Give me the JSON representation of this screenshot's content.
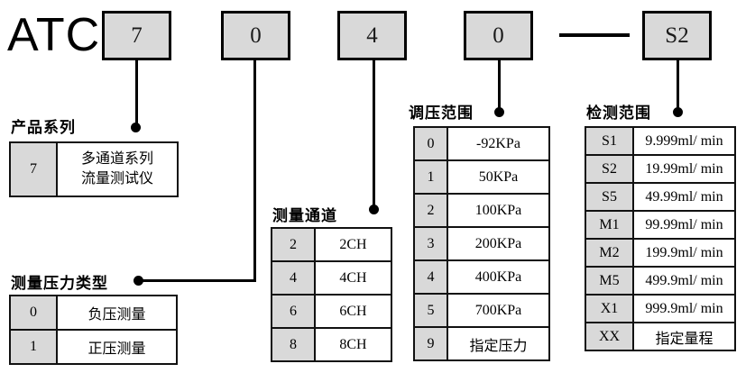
{
  "colors": {
    "box_fill": "#d9d9d9",
    "line": "#000000",
    "background": "#ffffff"
  },
  "model_code": {
    "prefix": "ATC",
    "boxes": [
      "7",
      "0",
      "4",
      "0",
      "S2"
    ]
  },
  "tables": {
    "product_series": {
      "title": "产品系列",
      "rows": [
        {
          "key": "7",
          "value": "多通道系列\n流量测试仪"
        }
      ]
    },
    "pressure_type": {
      "title": "测量压力类型",
      "rows": [
        {
          "key": "0",
          "value": "负压测量"
        },
        {
          "key": "1",
          "value": "正压测量"
        }
      ]
    },
    "channels": {
      "title": "测量通道",
      "rows": [
        {
          "key": "2",
          "value": "2CH"
        },
        {
          "key": "4",
          "value": "4CH"
        },
        {
          "key": "6",
          "value": "6CH"
        },
        {
          "key": "8",
          "value": "8CH"
        }
      ]
    },
    "pressure_range": {
      "title": "调压范围",
      "rows": [
        {
          "key": "0",
          "value": "-92KPa"
        },
        {
          "key": "1",
          "value": "50KPa"
        },
        {
          "key": "2",
          "value": "100KPa"
        },
        {
          "key": "3",
          "value": "200KPa"
        },
        {
          "key": "4",
          "value": "400KPa"
        },
        {
          "key": "5",
          "value": "700KPa"
        },
        {
          "key": "9",
          "value": "指定压力"
        }
      ]
    },
    "detection_range": {
      "title": "检测范围",
      "rows": [
        {
          "key": "S1",
          "value": "9.999ml/ min"
        },
        {
          "key": "S2",
          "value": "19.99ml/ min"
        },
        {
          "key": "S5",
          "value": "49.99ml/ min"
        },
        {
          "key": "M1",
          "value": "99.99ml/ min"
        },
        {
          "key": "M2",
          "value": "199.9ml/ min"
        },
        {
          "key": "M5",
          "value": "499.9ml/ min"
        },
        {
          "key": "X1",
          "value": "999.9ml/ min"
        },
        {
          "key": "XX",
          "value": "指定量程"
        }
      ]
    }
  }
}
